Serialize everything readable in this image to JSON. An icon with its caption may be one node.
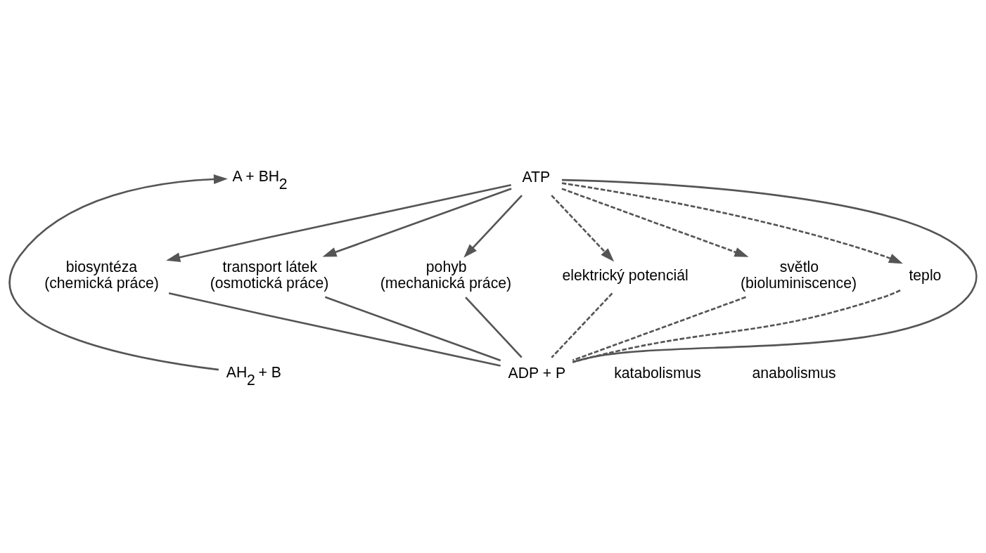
{
  "diagram": {
    "nodes": [
      {
        "text": [
          "A + BH$_{2}$"
        ]
      },
      {
        "text": [
          "AH$_{2}$ + B"
        ]
      },
      {
        "text": [
          "ATP"
        ]
      },
      {
        "text": [
          "ADP + P"
        ]
      },
      {
        "text": [
          "biosyntéza (chemická práce)"
        ]
      },
      {
        "text": [
          "transport látek (osmotická práce)"
        ]
      },
      {
        "text": [
          "pohyb (mechanická práce)"
        ]
      },
      {
        "text": [
          "elektrický potenciál"
        ]
      },
      {
        "text": [
          "světlo (bioluminiscence)"
        ]
      },
      {
        "text": [
          "teplo"
        ]
      }
    ],
    "edges": [
      {
        "from": 1,
        "to": 0,
        "arrow": "to"
      },
      {
        "from": 3,
        "to": 2,
        "arrow": "none"
      },
      {
        "from": 2,
        "to": 4,
        "arrow": "to"
      },
      {
        "from": 2,
        "to": 5,
        "arrow": "to"
      },
      {
        "from": 2,
        "to": 6,
        "arrow": "to"
      },
      {
        "from": 2,
        "to": 7,
        "arrow": "to",
        "style": "dashed"
      },
      {
        "from": 2,
        "to": 8,
        "arrow": "to",
        "style": "dashed"
      },
      {
        "from": 2,
        "to": 9,
        "arrow": "to",
        "style": "dashed"
      },
      {
        "from": 4,
        "to": 3,
        "arrow": "none"
      },
      {
        "from": 5,
        "to": 3,
        "arrow": "none"
      },
      {
        "from": 6,
        "to": 3,
        "arrow": "none"
      },
      {
        "from": 7,
        "to": 3,
        "arrow": "none",
        "style": "dashed"
      },
      {
        "from": 8,
        "to": 3,
        "arrow": "none",
        "style": "dashed"
      },
      {
        "from": 9,
        "to": 3,
        "arrow": "none",
        "style": "dashed"
      }
    ],
    "labels": [
      "katabolismus",
      "anabolismus"
    ]
  }
}
